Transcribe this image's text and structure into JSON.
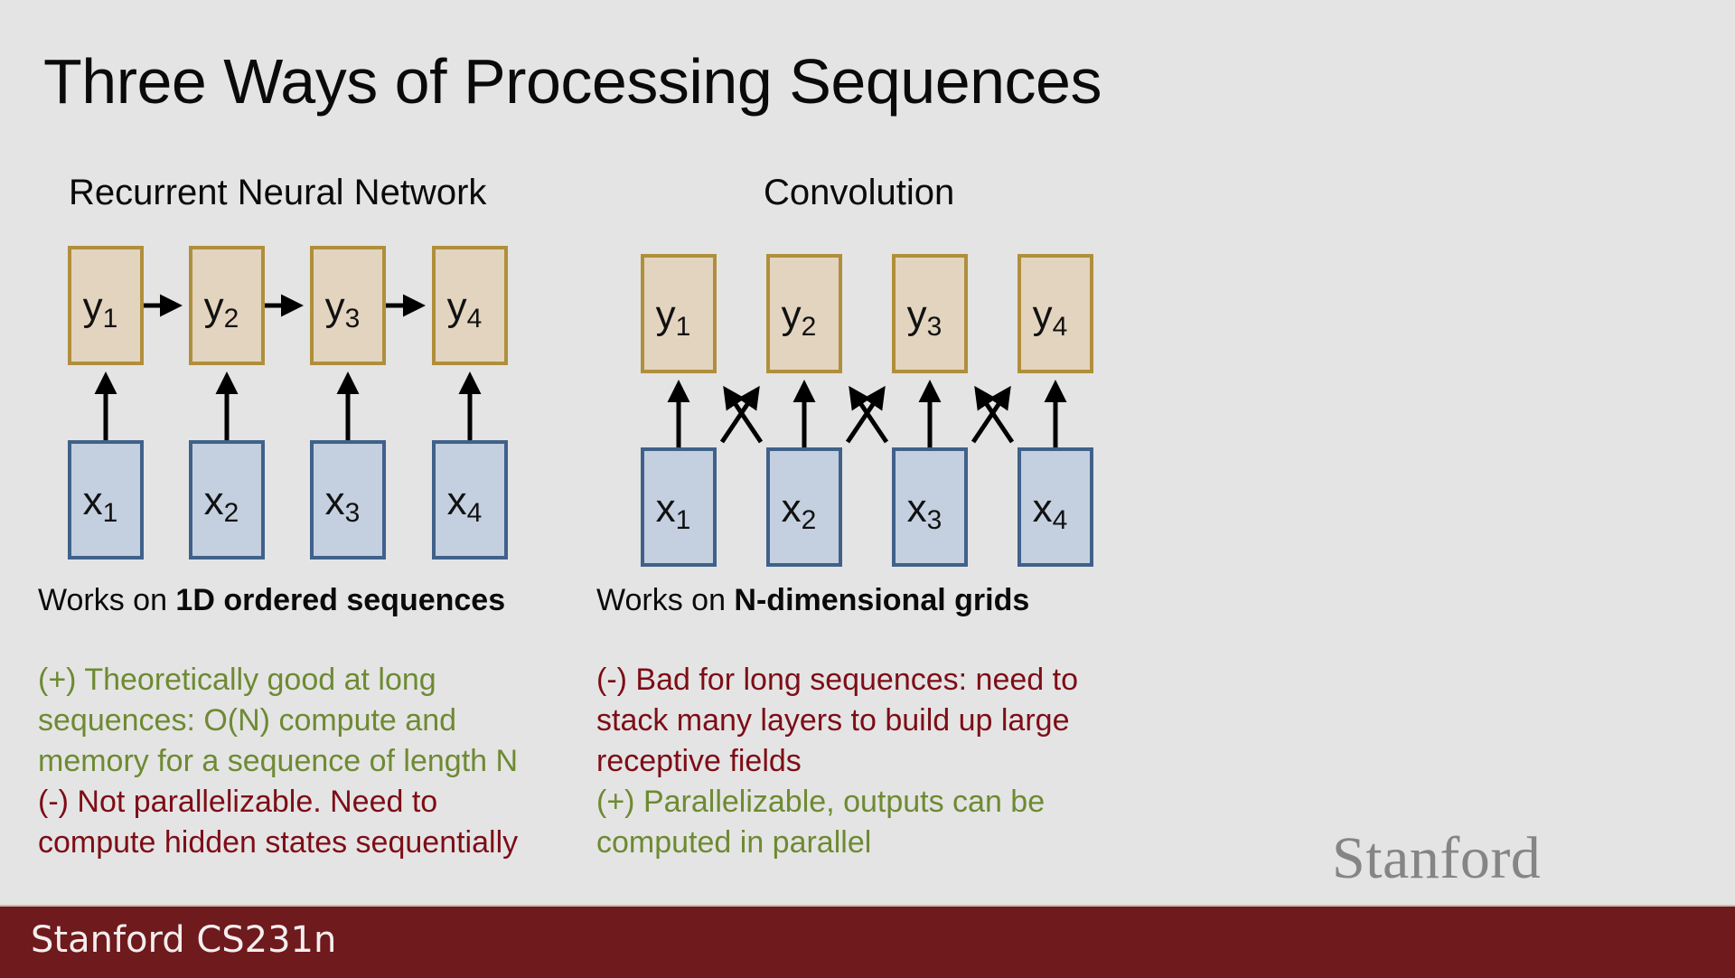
{
  "slide": {
    "title": "Three Ways of Processing Sequences"
  },
  "rnn": {
    "heading": "Recurrent Neural Network",
    "outputs": [
      {
        "base": "y",
        "sub": "1"
      },
      {
        "base": "y",
        "sub": "2"
      },
      {
        "base": "y",
        "sub": "3"
      },
      {
        "base": "y",
        "sub": "4"
      }
    ],
    "inputs": [
      {
        "base": "x",
        "sub": "1"
      },
      {
        "base": "x",
        "sub": "2"
      },
      {
        "base": "x",
        "sub": "3"
      },
      {
        "base": "x",
        "sub": "4"
      }
    ],
    "works_prefix": "Works on ",
    "works_bold": "1D ordered sequences",
    "notes": [
      {
        "type": "pro",
        "lines": [
          "(+) Theoretically good at long",
          "sequences: O(N) compute and",
          "memory for a sequence of length N"
        ]
      },
      {
        "type": "con",
        "lines": [
          "(-) Not parallelizable. Need to",
          "compute hidden states sequentially"
        ]
      }
    ]
  },
  "conv": {
    "heading": "Convolution",
    "outputs": [
      {
        "base": "y",
        "sub": "1"
      },
      {
        "base": "y",
        "sub": "2"
      },
      {
        "base": "y",
        "sub": "3"
      },
      {
        "base": "y",
        "sub": "4"
      }
    ],
    "inputs": [
      {
        "base": "x",
        "sub": "1"
      },
      {
        "base": "x",
        "sub": "2"
      },
      {
        "base": "x",
        "sub": "3"
      },
      {
        "base": "x",
        "sub": "4"
      }
    ],
    "works_prefix": "Works on ",
    "works_bold": "N-dimensional grids",
    "notes": [
      {
        "type": "con",
        "lines": [
          "(-) Bad for long sequences: need to",
          "stack many layers to build up large",
          "receptive fields"
        ]
      },
      {
        "type": "pro",
        "lines": [
          "(+) Parallelizable, outputs can be",
          "computed in parallel"
        ]
      }
    ]
  },
  "branding": {
    "logo": "Stanford",
    "footer": "Stanford CS231n"
  },
  "colors": {
    "output_fill": "#e3d4bf",
    "output_border": "#b08f3c",
    "input_fill": "#c4d0e0",
    "input_border": "#40618a",
    "pro_text": "#6e8a32",
    "con_text": "#7d0d16",
    "footer_bg": "#6f1a1d"
  }
}
